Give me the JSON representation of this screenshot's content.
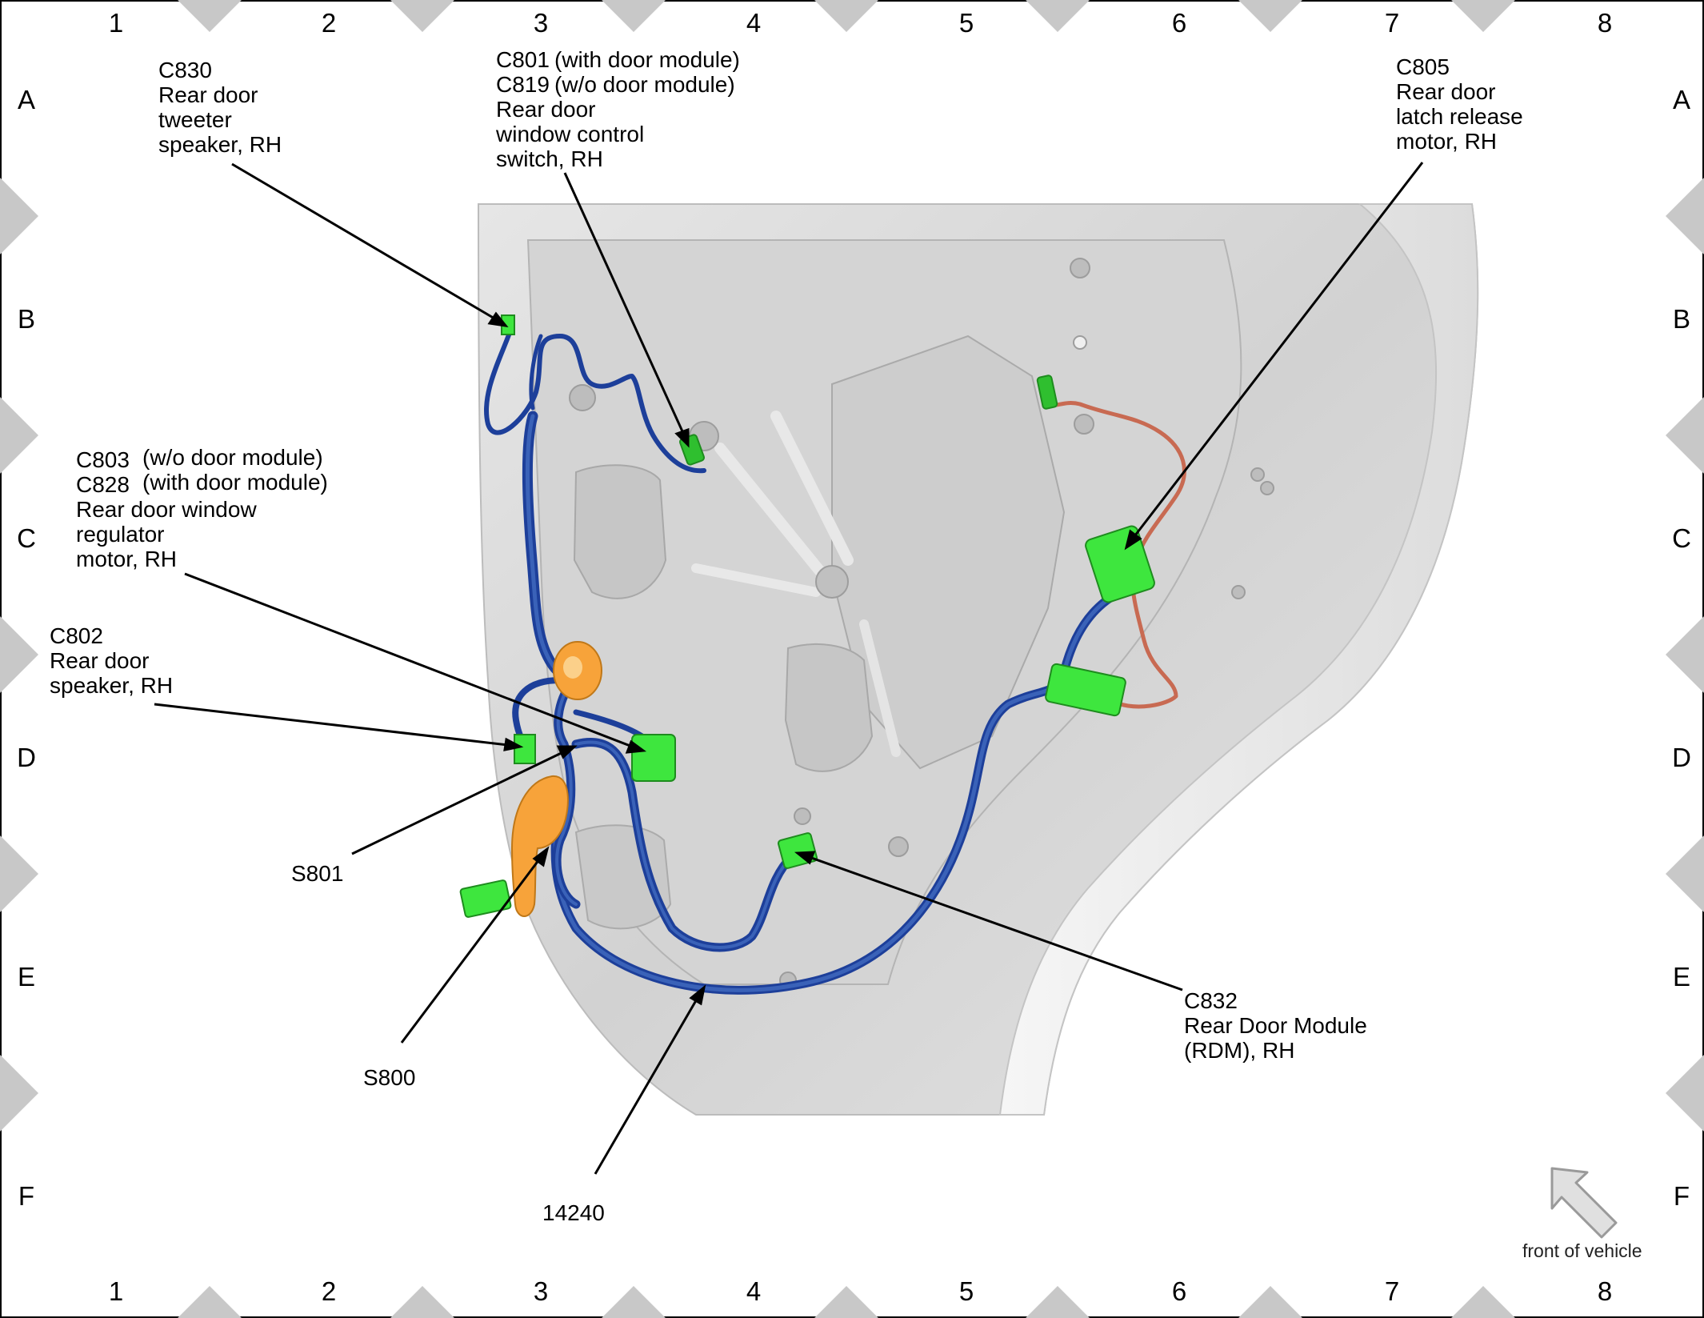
{
  "grid": {
    "columns": [
      "1",
      "2",
      "3",
      "4",
      "5",
      "6",
      "7",
      "8"
    ],
    "rows": [
      "A",
      "B",
      "C",
      "D",
      "E",
      "F"
    ]
  },
  "callouts": {
    "c830": {
      "lines": [
        "C830",
        "Rear door",
        "tweeter",
        "speaker, RH"
      ]
    },
    "c801": {
      "lines": [
        "C801",
        "C819",
        "Rear door",
        "window control",
        "switch, RH"
      ],
      "notes": [
        "(with door module)",
        "(w/o door module)"
      ]
    },
    "c805": {
      "lines": [
        "C805",
        "Rear door",
        "latch release",
        "motor, RH"
      ]
    },
    "c803": {
      "lines": [
        "C803",
        "C828",
        "Rear door window",
        "regulator",
        "motor, RH"
      ],
      "notes": [
        "(w/o door module)",
        "(with door module)"
      ]
    },
    "c802": {
      "lines": [
        "C802",
        "Rear door",
        "speaker, RH"
      ]
    },
    "s801": {
      "lines": [
        "S801"
      ]
    },
    "s800": {
      "lines": [
        "S800"
      ]
    },
    "c832": {
      "lines": [
        "C832",
        "Rear Door Module",
        "(RDM), RH"
      ]
    },
    "harness": {
      "lines": [
        "14240"
      ]
    }
  },
  "orientation": {
    "label": "front of vehicle",
    "icon": "front-arrow-icon"
  },
  "colors": {
    "harness_main": "#1d3f9a",
    "harness_light": "#3a62b8",
    "harness_latch": "#c86a52",
    "connector": "#3ee63e",
    "splice": "#f7a33a",
    "door_panel": "#d8d8d8",
    "border_marker": "#c8c8c8"
  }
}
